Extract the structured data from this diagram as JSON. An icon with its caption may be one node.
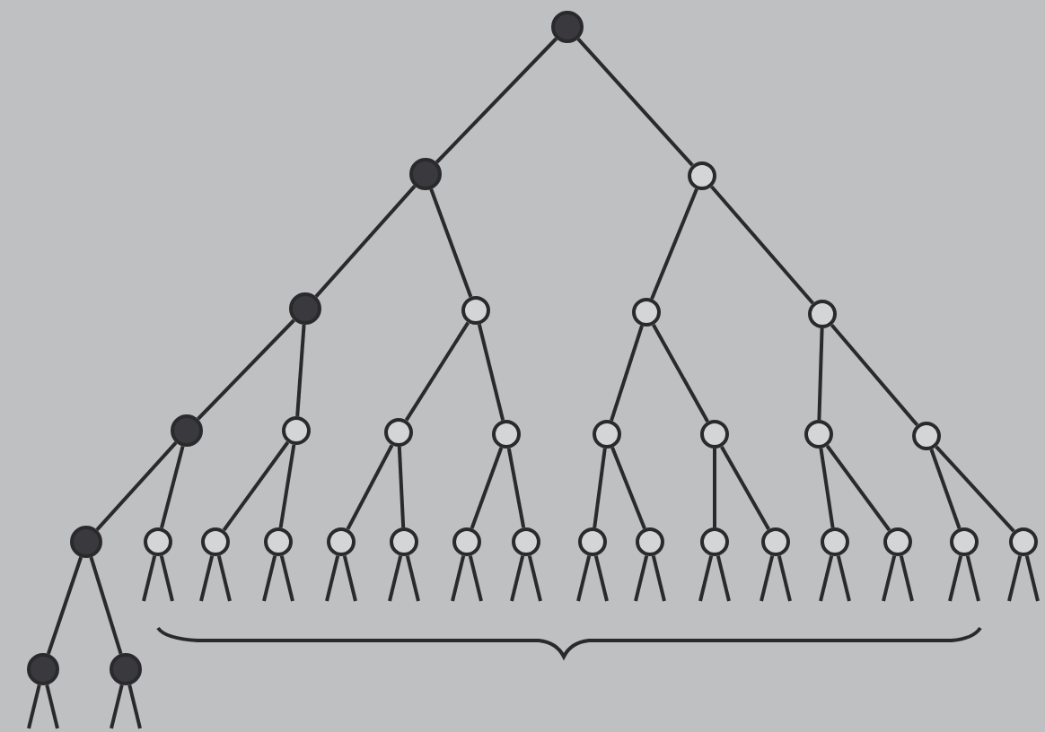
{
  "diagram": {
    "nodes": [
      {
        "text": [],
        "shape": "dot"
      },
      {
        "text": [],
        "shape": "dot"
      },
      {
        "text": [],
        "shape": "circle"
      },
      {
        "text": [],
        "shape": "dot"
      },
      {
        "text": [],
        "shape": "circle"
      },
      {
        "text": [],
        "shape": "circle"
      },
      {
        "text": [],
        "shape": "circle"
      },
      {
        "text": [],
        "shape": "dot"
      },
      {
        "text": [],
        "shape": "circle"
      },
      {
        "text": [],
        "shape": "circle"
      },
      {
        "text": [],
        "shape": "circle"
      },
      {
        "text": [],
        "shape": "circle"
      },
      {
        "text": [],
        "shape": "circle"
      },
      {
        "text": [],
        "shape": "circle"
      },
      {
        "text": [],
        "shape": "circle"
      },
      {
        "text": [],
        "shape": "dot"
      },
      {
        "text": [],
        "shape": "circle"
      },
      {
        "text": [],
        "shape": "circle"
      },
      {
        "text": [],
        "shape": "circle"
      },
      {
        "text": [],
        "shape": "circle"
      },
      {
        "text": [],
        "shape": "circle"
      },
      {
        "text": [],
        "shape": "circle"
      },
      {
        "text": [],
        "shape": "circle"
      },
      {
        "text": [],
        "shape": "circle"
      },
      {
        "text": [],
        "shape": "circle"
      },
      {
        "text": [],
        "shape": "circle"
      },
      {
        "text": [],
        "shape": "circle"
      },
      {
        "text": [],
        "shape": "circle"
      },
      {
        "text": [],
        "shape": "circle"
      },
      {
        "text": [],
        "shape": "circle"
      },
      {
        "text": [],
        "shape": "circle"
      },
      {
        "text": [],
        "shape": "dot"
      },
      {
        "text": [],
        "shape": "dot"
      }
    ],
    "edges": [
      {
        "from": 0,
        "to": 1,
        "arrow": "none"
      },
      {
        "from": 0,
        "to": 2,
        "arrow": "none"
      },
      {
        "from": 1,
        "to": 3,
        "arrow": "none"
      },
      {
        "from": 1,
        "to": 4,
        "arrow": "none"
      },
      {
        "from": 2,
        "to": 5,
        "arrow": "none"
      },
      {
        "from": 2,
        "to": 6,
        "arrow": "none"
      },
      {
        "from": 3,
        "to": 7,
        "arrow": "none"
      },
      {
        "from": 3,
        "to": 8,
        "arrow": "none"
      },
      {
        "from": 4,
        "to": 9,
        "arrow": "none"
      },
      {
        "from": 4,
        "to": 10,
        "arrow": "none"
      },
      {
        "from": 5,
        "to": 11,
        "arrow": "none"
      },
      {
        "from": 5,
        "to": 12,
        "arrow": "none"
      },
      {
        "from": 6,
        "to": 13,
        "arrow": "none"
      },
      {
        "from": 6,
        "to": 14,
        "arrow": "none"
      },
      {
        "from": 7,
        "to": 15,
        "arrow": "none"
      },
      {
        "from": 7,
        "to": 16,
        "arrow": "none"
      },
      {
        "from": 8,
        "to": 17,
        "arrow": "none"
      },
      {
        "from": 8,
        "to": 18,
        "arrow": "none"
      },
      {
        "from": 9,
        "to": 19,
        "arrow": "none"
      },
      {
        "from": 9,
        "to": 20,
        "arrow": "none"
      },
      {
        "from": 10,
        "to": 21,
        "arrow": "none"
      },
      {
        "from": 10,
        "to": 22,
        "arrow": "none"
      },
      {
        "from": 11,
        "to": 23,
        "arrow": "none"
      },
      {
        "from": 11,
        "to": 24,
        "arrow": "none"
      },
      {
        "from": 12,
        "to": 25,
        "arrow": "none"
      },
      {
        "from": 12,
        "to": 26,
        "arrow": "none"
      },
      {
        "from": 13,
        "to": 27,
        "arrow": "none"
      },
      {
        "from": 13,
        "to": 28,
        "arrow": "none"
      },
      {
        "from": 14,
        "to": 29,
        "arrow": "none"
      },
      {
        "from": 14,
        "to": 30,
        "arrow": "none"
      },
      {
        "from": 15,
        "to": 31,
        "arrow": "none"
      },
      {
        "from": 15,
        "to": 32,
        "arrow": "none"
      },
      {
        "from": 16,
        "to": null,
        "arrow": "none"
      },
      {
        "from": 16,
        "to": null,
        "arrow": "none"
      },
      {
        "from": 17,
        "to": null,
        "arrow": "none"
      },
      {
        "from": 17,
        "to": null,
        "arrow": "none"
      },
      {
        "from": 18,
        "to": null,
        "arrow": "none"
      },
      {
        "from": 18,
        "to": null,
        "arrow": "none"
      },
      {
        "from": 19,
        "to": null,
        "arrow": "none"
      },
      {
        "from": 19,
        "to": null,
        "arrow": "none"
      },
      {
        "from": 20,
        "to": null,
        "arrow": "none"
      },
      {
        "from": 20,
        "to": null,
        "arrow": "none"
      },
      {
        "from": 21,
        "to": null,
        "arrow": "none"
      },
      {
        "from": 21,
        "to": null,
        "arrow": "none"
      },
      {
        "from": 22,
        "to": null,
        "arrow": "none"
      },
      {
        "from": 22,
        "to": null,
        "arrow": "none"
      },
      {
        "from": 23,
        "to": null,
        "arrow": "none"
      },
      {
        "from": 23,
        "to": null,
        "arrow": "none"
      },
      {
        "from": 24,
        "to": null,
        "arrow": "none"
      },
      {
        "from": 24,
        "to": null,
        "arrow": "none"
      },
      {
        "from": 25,
        "to": null,
        "arrow": "none"
      },
      {
        "from": 25,
        "to": null,
        "arrow": "none"
      },
      {
        "from": 26,
        "to": null,
        "arrow": "none"
      },
      {
        "from": 26,
        "to": null,
        "arrow": "none"
      },
      {
        "from": 27,
        "to": null,
        "arrow": "none"
      },
      {
        "from": 27,
        "to": null,
        "arrow": "none"
      },
      {
        "from": 28,
        "to": null,
        "arrow": "none"
      },
      {
        "from": 28,
        "to": null,
        "arrow": "none"
      },
      {
        "from": 29,
        "to": null,
        "arrow": "none"
      },
      {
        "from": 29,
        "to": null,
        "arrow": "none"
      },
      {
        "from": 30,
        "to": null,
        "arrow": "none"
      },
      {
        "from": 30,
        "to": null,
        "arrow": "none"
      },
      {
        "from": 31,
        "to": null,
        "arrow": "none"
      },
      {
        "from": 31,
        "to": null,
        "arrow": "none"
      },
      {
        "from": 32,
        "to": null,
        "arrow": "none"
      },
      {
        "from": 32,
        "to": null,
        "arrow": "none"
      }
    ]
  }
}
